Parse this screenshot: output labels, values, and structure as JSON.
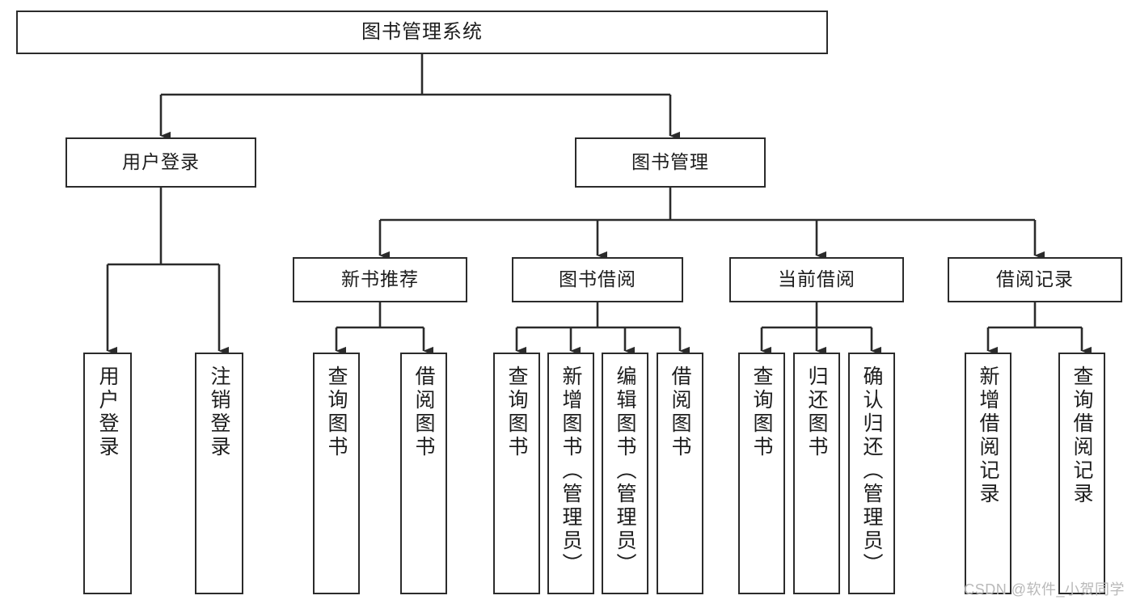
{
  "diagram": {
    "title": "图书管理系统",
    "type": "tree-hierarchy-chart",
    "root": {
      "label": "图书管理系统",
      "children": [
        {
          "label": "用户登录",
          "children": [
            {
              "label": "用户登录"
            },
            {
              "label": "注销登录"
            }
          ]
        },
        {
          "label": "图书管理",
          "children": [
            {
              "label": "新书推荐",
              "children": [
                {
                  "label": "查询图书"
                },
                {
                  "label": "借阅图书"
                }
              ]
            },
            {
              "label": "图书借阅",
              "children": [
                {
                  "label": "查询图书"
                },
                {
                  "label": "新增图书（管理员）"
                },
                {
                  "label": "编辑图书（管理员）"
                },
                {
                  "label": "借阅图书"
                }
              ]
            },
            {
              "label": "当前借阅",
              "children": [
                {
                  "label": "查询图书"
                },
                {
                  "label": "归还图书"
                },
                {
                  "label": "确认归还（管理员）"
                }
              ]
            },
            {
              "label": "借阅记录",
              "children": [
                {
                  "label": "新增借阅记录"
                },
                {
                  "label": "查询借阅记录"
                }
              ]
            }
          ]
        }
      ]
    }
  },
  "nodes": {
    "root": "图书管理系统",
    "l2": {
      "user_login": "用户登录",
      "book_manage": "图书管理"
    },
    "l3": {
      "new_book_rec": "新书推荐",
      "book_borrow": "图书借阅",
      "current_borrow": "当前借阅",
      "borrow_record": "借阅记录"
    },
    "leaves": {
      "user_login_1": "用户登录",
      "user_login_2": "注销登录",
      "new_book_1": "查询图书",
      "new_book_2": "借阅图书",
      "borrow_1": "查询图书",
      "borrow_2": "新增图书（管理员）",
      "borrow_3": "编辑图书（管理员）",
      "borrow_4": "借阅图书",
      "current_1": "查询图书",
      "current_2": "归还图书",
      "current_3": "确认归还（管理员）",
      "record_1": "新增借阅记录",
      "record_2": "查询借阅记录"
    }
  },
  "watermark": "CSDN @软件_小贺同学",
  "colors": {
    "stroke": "#2b2b2b",
    "box_fill": "#ffffff",
    "text": "#1d1d1d",
    "watermark": "#b9b9b9",
    "background": "#ffffff"
  }
}
